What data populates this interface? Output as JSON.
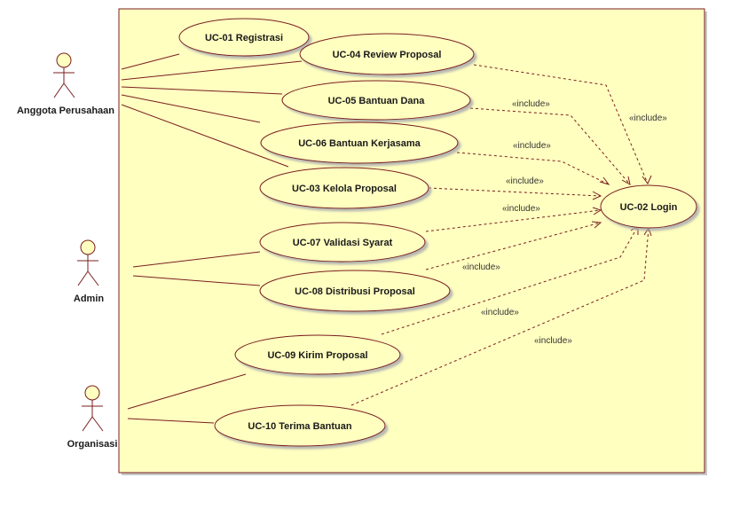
{
  "colors": {
    "boundary_fill": "#ffffc0",
    "boundary_stroke": "#7a1f1f",
    "usecase_fill": "#ffffc0",
    "line": "#7a1f1f",
    "shadow": "#c8c8c8"
  },
  "actors": {
    "anggota": "Anggota Perusahaan",
    "admin": "Admin",
    "organisasi": "Organisasi"
  },
  "usecases": {
    "uc01": "UC-01 Registrasi",
    "uc04": "UC-04 Review Proposal",
    "uc05": "UC-05  Bantuan Dana",
    "uc06": "UC-06 Bantuan Kerjasama",
    "uc03": "UC-03 Kelola Proposal",
    "uc07": "UC-07 Validasi Syarat",
    "uc08": "UC-08 Distribusi Proposal",
    "uc09": "UC-09  Kirim Proposal",
    "uc10": "UC-10 Terima Bantuan",
    "uc02": "UC-02 Login"
  },
  "include_label": "«include»"
}
